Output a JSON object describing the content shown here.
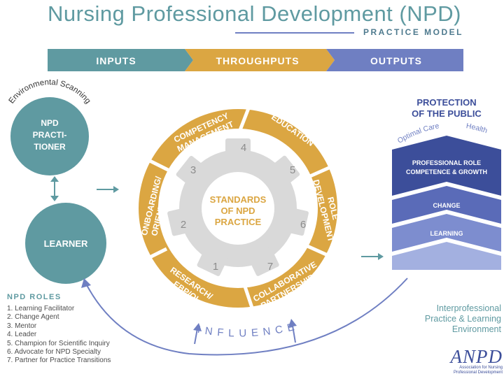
{
  "header": {
    "title": "Nursing Professional Development (NPD)",
    "subtitle": "PRACTICE MODEL"
  },
  "banner": {
    "inputs": "INPUTS",
    "throughputs": "THROUGHPUTS",
    "outputs": "OUTPUTS"
  },
  "left": {
    "env_scanning": "Environmental Scanning",
    "practitioner_line1": "NPD",
    "practitioner_line2": "PRACTI-",
    "practitioner_line3": "TIONER",
    "learner": "LEARNER"
  },
  "wheel": {
    "segments": {
      "competency_1": "COMPETENCY",
      "competency_2": "MANAGEMENT",
      "education": "EDUCATION",
      "role_1": "ROLE",
      "role_2": "DEVELOPMENT",
      "collab_1": "COLLABORATIVE",
      "collab_2": "PARTNERSHIPS",
      "research_1": "RESEARCH/",
      "research_2": "EBP/QI",
      "onboard_1": "ONBOARDING/",
      "onboard_2": "ORIENTATION"
    },
    "center_line1": "STANDARDS",
    "center_line2": "OF NPD",
    "center_line3": "PRACTICE",
    "gear_numbers": [
      "1",
      "2",
      "3",
      "4",
      "5",
      "6",
      "7"
    ]
  },
  "right": {
    "protection_1": "PROTECTION",
    "protection_2": "OF THE PUBLIC",
    "optimal_care": "Optimal Care",
    "health": "Health",
    "chev1_line1": "PROFESSIONAL ROLE",
    "chev1_line2": "COMPETENCE & GROWTH",
    "chev2": "CHANGE",
    "chev3": "LEARNING"
  },
  "roles": {
    "title": "NPD ROLES",
    "items": [
      "1. Learning Facilitator",
      "2. Change Agent",
      "3. Mentor",
      "4. Leader",
      "5. Champion for Scientific Inquiry",
      "6. Advocate for NPD Specialty",
      "7. Partner for Practice Transitions"
    ]
  },
  "influence": "INFLUENCE",
  "ipe": {
    "line1": "Interprofessional",
    "line2": "Practice & Learning",
    "line3": "Environment"
  },
  "logo": {
    "word": "ANPD",
    "sub1": "Association for Nursing",
    "sub2": "Professional Development"
  },
  "colors": {
    "teal": "#5f9aa1",
    "gold": "#dba642",
    "blue": "#6f7fc2",
    "navy": "#3c4e9a",
    "gear": "#d9d9d9"
  }
}
